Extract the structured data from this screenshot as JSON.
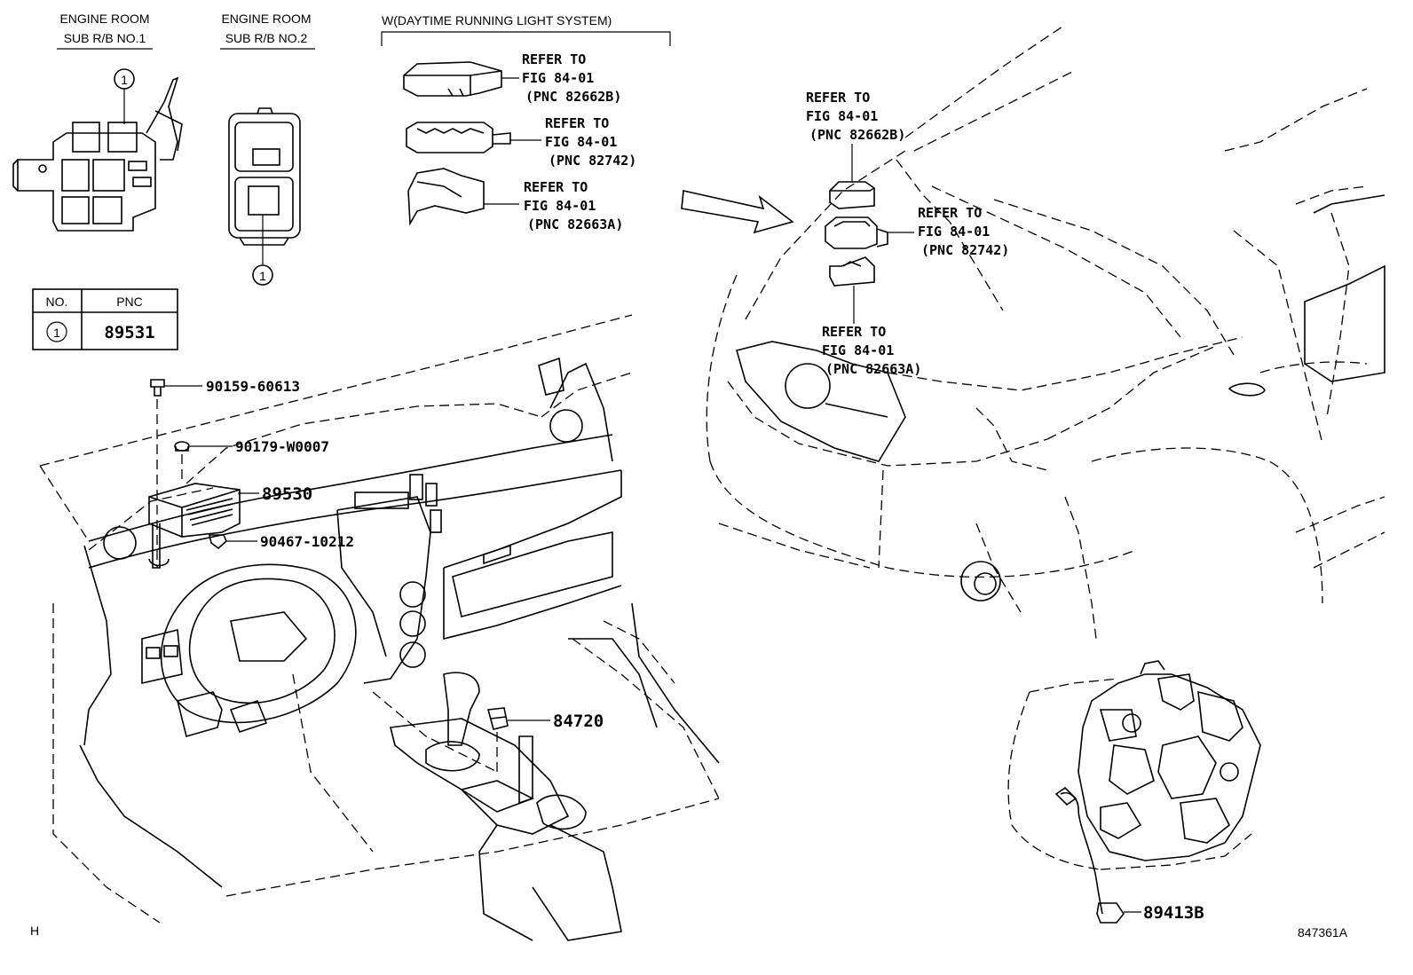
{
  "relay_blocks": {
    "sub_rb1": {
      "line1": "ENGINE ROOM",
      "line2": "SUB R/B NO.1"
    },
    "sub_rb2": {
      "line1": "ENGINE ROOM",
      "line2": "SUB R/B NO.2"
    },
    "callout_mark": "1"
  },
  "drl_section": {
    "title": "W(DAYTIME RUNNING LIGHT SYSTEM)",
    "refs": [
      {
        "l1": "REFER TO",
        "l2": "FIG 84-01",
        "l3": "(PNC 82662B)"
      },
      {
        "l1": "REFER TO",
        "l2": "FIG 84-01",
        "l3": "(PNC 82742)"
      },
      {
        "l1": "REFER TO",
        "l2": "FIG 84-01",
        "l3": "(PNC 82663A)"
      }
    ]
  },
  "pnc_table": {
    "header_no": "NO.",
    "header_pnc": "PNC",
    "row_mark": "1",
    "row_value": "89531"
  },
  "car_refs": [
    {
      "l1": "REFER TO",
      "l2": "FIG 84-01",
      "l3": "(PNC 82662B)"
    },
    {
      "l1": "REFER TO",
      "l2": "FIG 84-01",
      "l3": "(PNC 82742)"
    },
    {
      "l1": "REFER TO",
      "l2": "FIG 84-01",
      "l3": "(PNC 82663A)"
    }
  ],
  "parts": {
    "bolt": "90159-60613",
    "nut": "90179-W0007",
    "ecu": "89530",
    "clip": "90467-10212",
    "switch": "84720",
    "sensor": "89413B"
  },
  "footer": {
    "left_mark": "H",
    "figure_id": "847361A"
  }
}
